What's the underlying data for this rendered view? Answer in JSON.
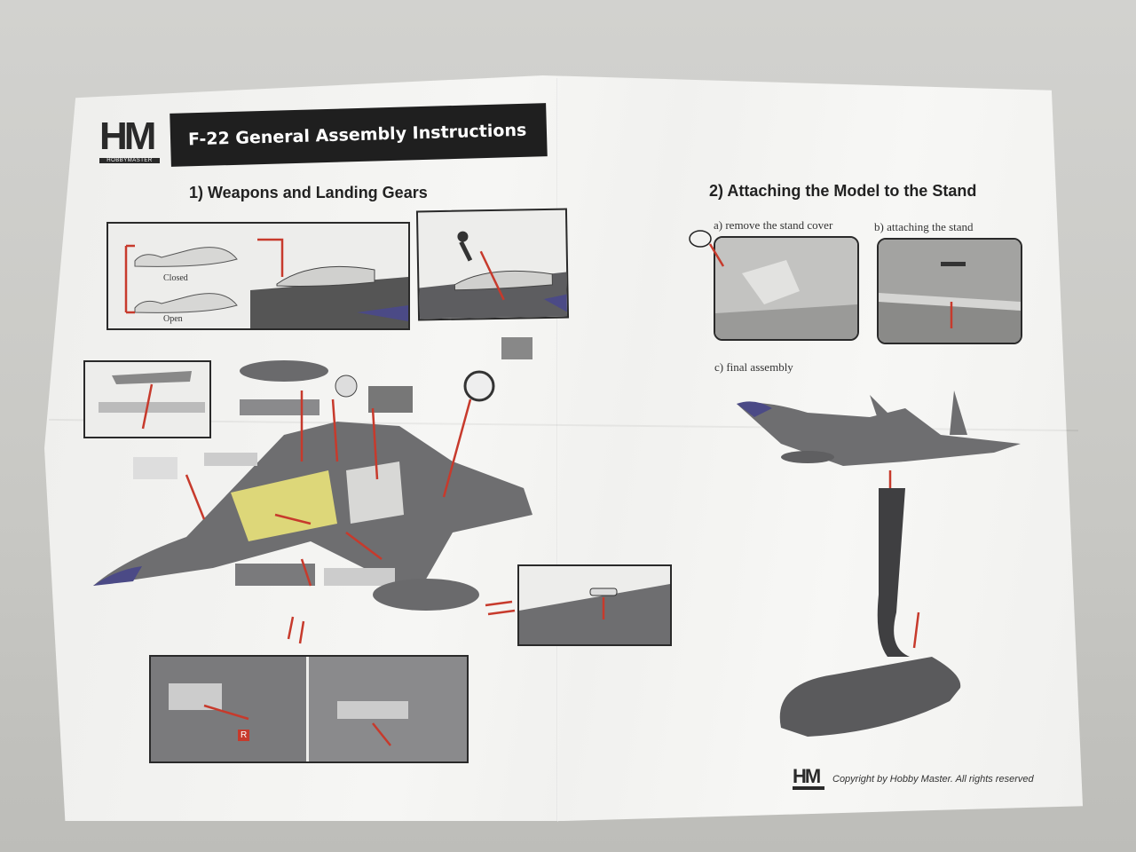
{
  "brand": {
    "logo_text": "HM",
    "logo_sub": "HOBBYMASTER"
  },
  "header": {
    "title": "F-22 General Assembly Instructions"
  },
  "section1": {
    "title": "1) Weapons and Landing Gears",
    "canopy_closed_label": "Closed",
    "canopy_open_label": "Open",
    "detail_badge": "R"
  },
  "section2": {
    "title": "2) Attaching the Model to the Stand",
    "step_a": "a) remove the stand cover",
    "step_b": "b) attaching the stand",
    "step_c": "c) final assembly"
  },
  "footer": {
    "copyright": "Copyright by Hobby Master. All rights reserved"
  },
  "colors": {
    "red_arrow": "#c73a2c",
    "jet_gray": "#6e6e70",
    "title_bar": "#1f1f1f",
    "highlight_yellow": "#e9e27a"
  }
}
